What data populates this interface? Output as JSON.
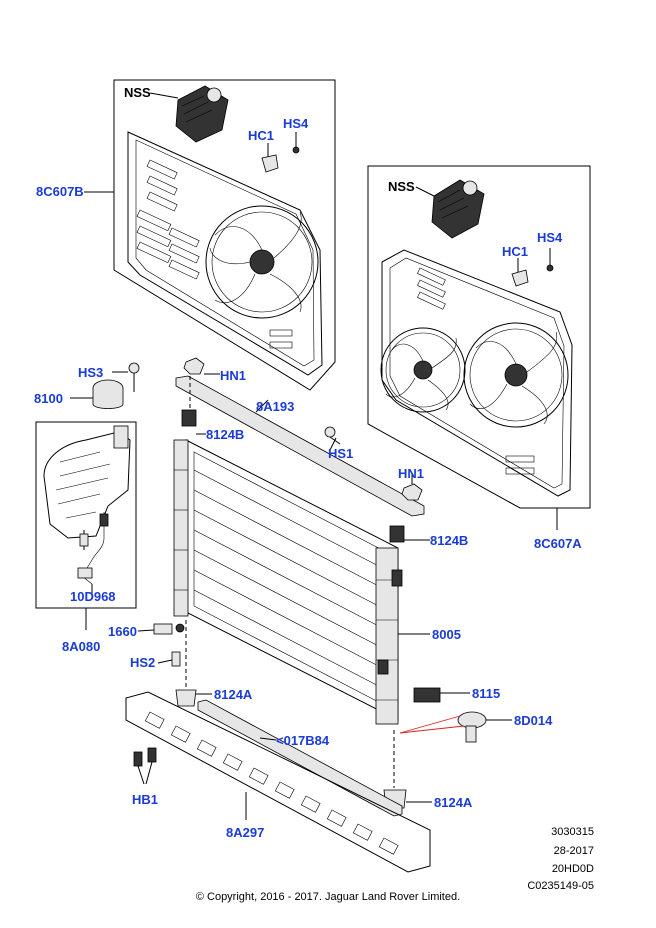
{
  "labels": {
    "nss_top": "NSS",
    "hc1_top": "HC1",
    "hs4_top": "HS4",
    "p8c607b": "8C607B",
    "nss_right": "NSS",
    "hc1_right": "HC1",
    "hs4_right": "HS4",
    "p8c607a": "8C607A",
    "hs3": "HS3",
    "p8100": "8100",
    "hn1_top": "HN1",
    "p8a193": "8A193",
    "p8124b_top": "8124B",
    "hs1": "HS1",
    "hn1_right": "HN1",
    "p8124b_right": "8124B",
    "p10d968": "10D968",
    "p8a080": "8A080",
    "p1660": "1660",
    "p8005": "8005",
    "hs2": "HS2",
    "p8124a_left": "8124A",
    "p8115": "8115",
    "p8d014": "8D014",
    "p017b84": "<017B84",
    "hb1": "HB1",
    "p8124a_right": "8124A",
    "p8a297": "8A297"
  },
  "meta": {
    "illustration_no": "3030315",
    "date_code": "28-2017",
    "model_code": "20HD0D",
    "catalog_code": "C0235149-05"
  },
  "copyright": "© Copyright, 2016 - 2017. Jaguar Land Rover Limited."
}
